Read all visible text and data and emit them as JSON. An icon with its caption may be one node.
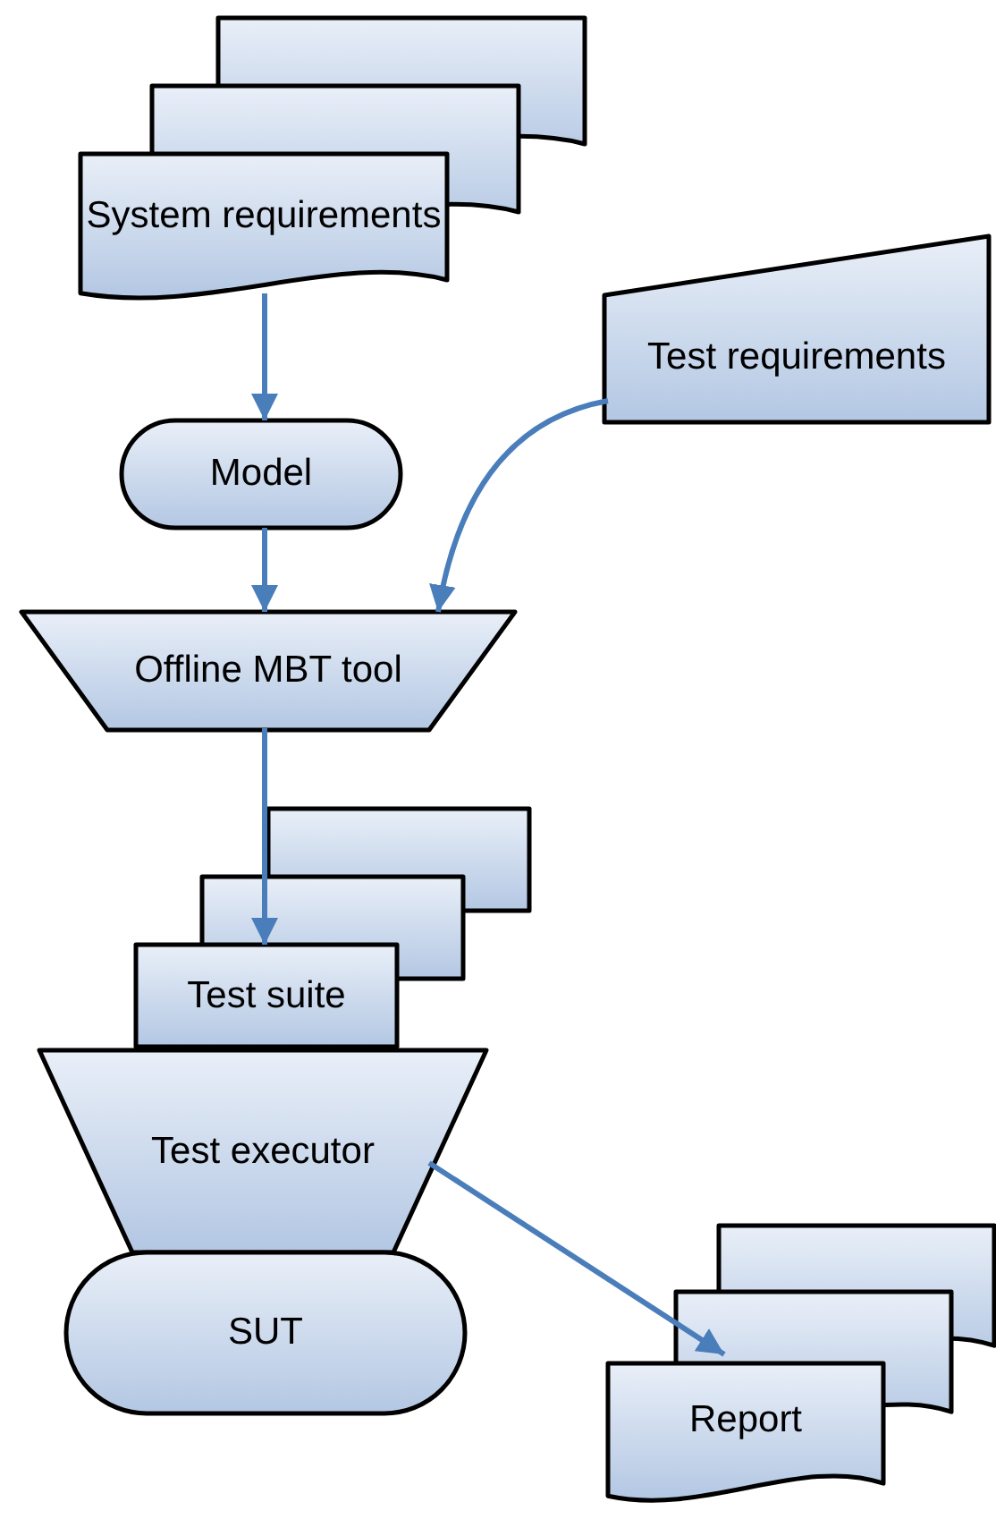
{
  "diagram": {
    "nodes": [
      {
        "text": [
          "System requirements"
        ]
      },
      {
        "text": [
          "Test requirements"
        ]
      },
      {
        "text": [
          "Model"
        ]
      },
      {
        "text": [
          "Offline MBT tool"
        ]
      },
      {
        "text": [
          "Test suite"
        ]
      },
      {
        "text": [
          "Test executor"
        ]
      },
      {
        "text": [
          "SUT"
        ]
      },
      {
        "text": [
          "Report"
        ]
      }
    ],
    "edges": [
      {
        "from": 0,
        "to": 2,
        "arrow": "to"
      },
      {
        "from": 2,
        "to": 3,
        "arrow": "to"
      },
      {
        "from": 1,
        "to": 3,
        "arrow": "to"
      },
      {
        "from": 3,
        "to": 4,
        "arrow": "to"
      },
      {
        "from": 5,
        "to": 7,
        "arrow": "to"
      }
    ]
  }
}
